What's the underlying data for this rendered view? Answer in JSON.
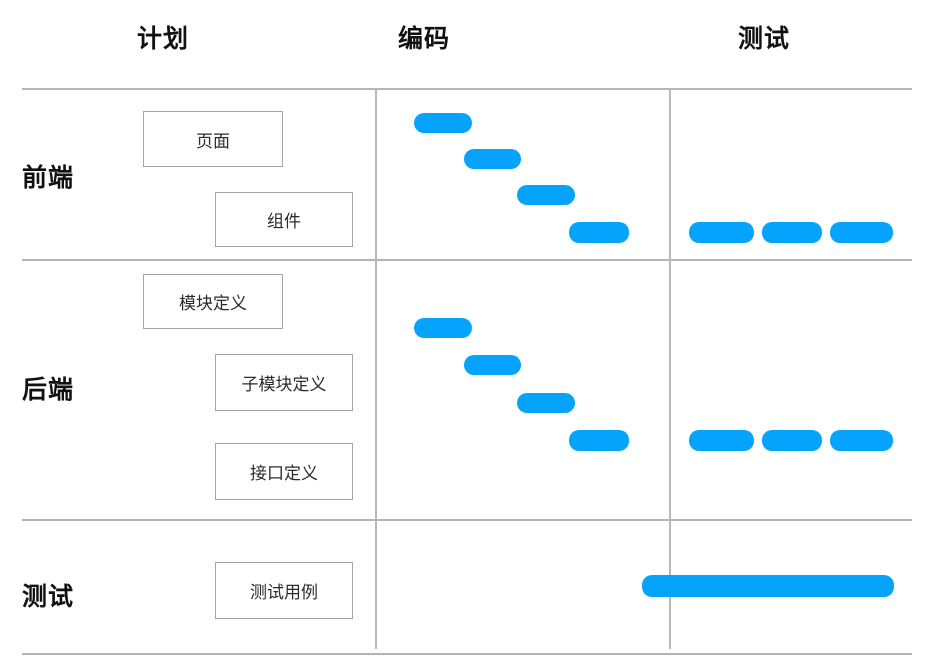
{
  "chart_data": {
    "type": "table",
    "title": "",
    "column_headers": [
      "计划",
      "编码",
      "测试"
    ],
    "row_headers": [
      "前端",
      "后端",
      "测试"
    ],
    "legend": [],
    "grid": true,
    "accent_color": "#06a3fc",
    "line_color": "#b4b4b4",
    "box_border_color": "#a5a5a5",
    "rows": [
      {
        "label": "前端",
        "plan_boxes": [
          "页面",
          "组件"
        ],
        "code_bars": 4,
        "test_bars": 3
      },
      {
        "label": "后端",
        "plan_boxes": [
          "模块定义",
          "子模块定义",
          "接口定义"
        ],
        "code_bars": 4,
        "test_bars": 3
      },
      {
        "label": "测试",
        "plan_boxes": [
          "测试用例"
        ],
        "code_bars": 0,
        "test_bars": 1
      }
    ]
  },
  "headers": {
    "plan": "计划",
    "code": "编码",
    "test": "测试"
  },
  "rows": {
    "frontend": {
      "label": "前端",
      "boxes": {
        "page": "页面",
        "component": "组件"
      }
    },
    "backend": {
      "label": "后端",
      "boxes": {
        "module_def": "模块定义",
        "submodule_def": "子模块定义",
        "interface_def": "接口定义"
      }
    },
    "testing": {
      "label": "测试",
      "boxes": {
        "test_case": "测试用例"
      }
    }
  }
}
